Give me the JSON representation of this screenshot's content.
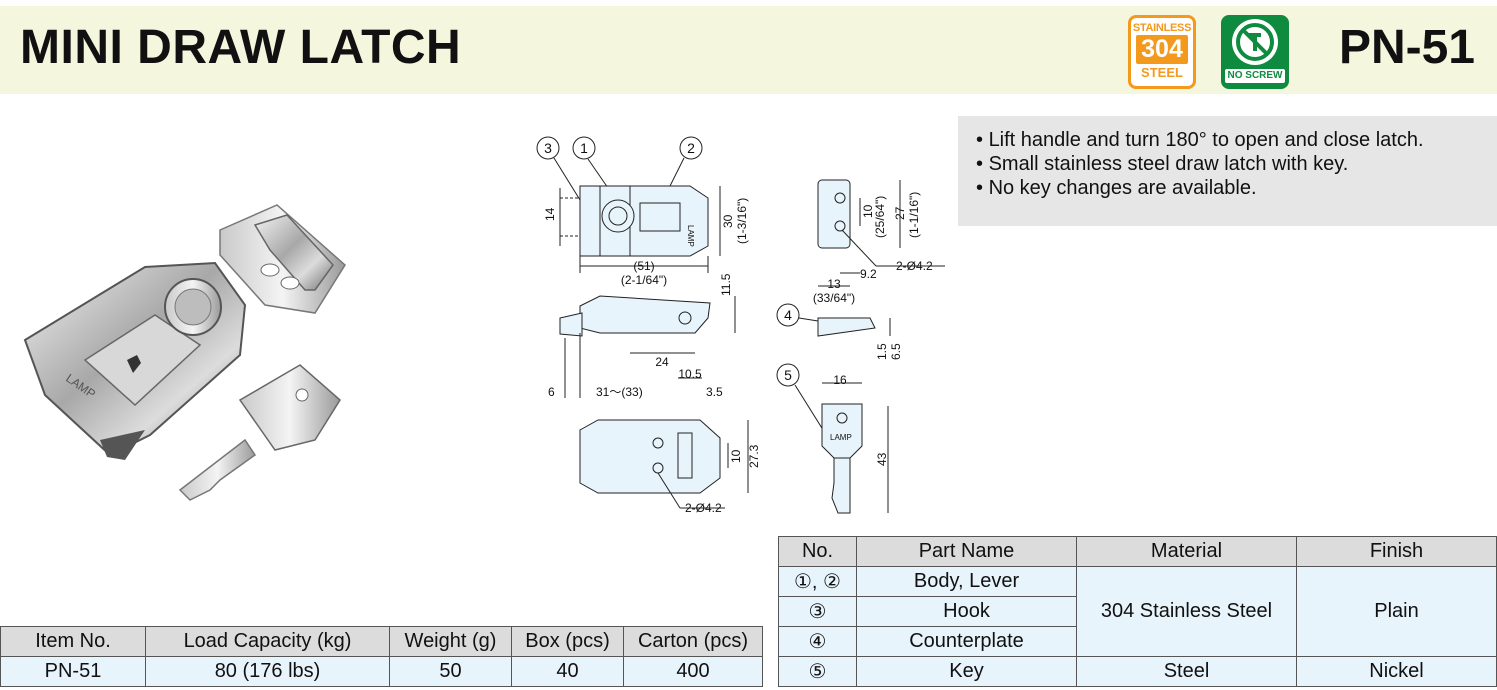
{
  "header": {
    "title": "MINI DRAW LATCH",
    "model": "PN-51",
    "badge_steel": {
      "line1": "STAINLESS",
      "line2": "304",
      "line3": "STEEL"
    },
    "badge_noscrew": {
      "label": "NO SCREW"
    },
    "colors": {
      "banner": "#f4f7dd",
      "steel_badge": "#f39a1e",
      "noscrew_badge": "#0e8b3e"
    }
  },
  "features": [
    "Lift handle and turn 180° to open and close latch.",
    "Small stainless steel draw latch with key.",
    "No key changes are available."
  ],
  "drawing": {
    "callouts": [
      "3",
      "1",
      "2",
      "4",
      "5"
    ],
    "dims": {
      "d14": "14",
      "d30": "30",
      "d30_in": "(1-3/16\")",
      "d51": "(51)",
      "d51_in": "(2-1/64\")",
      "d11_5": "11.5",
      "d24": "24",
      "d6": "6",
      "d31": "31～(33)",
      "d10_5": "10.5",
      "d3_5": "3.5",
      "d10": "10",
      "d27_3": "27.3",
      "hole_bottom": "2-Ø4.2",
      "cp_10": "10",
      "cp_10_in": "(25/64\")",
      "cp_27": "27",
      "cp_27_in": "(1-1/16\")",
      "cp_hole": "2-Ø4.2",
      "cp_9_2": "9.2",
      "cp_13": "13",
      "cp_13_in": "(33/64\")",
      "cp_1_5": "1.5",
      "cp_6_5": "6.5",
      "key_16": "16",
      "key_43": "43",
      "key_brand": "LAMP",
      "body_brand": "LAMP"
    }
  },
  "spec_table": {
    "headers": [
      "Item No.",
      "Load Capacity (kg)",
      "Weight (g)",
      "Box (pcs)",
      "Carton (pcs)"
    ],
    "row": [
      "PN-51",
      "80 (176 lbs)",
      "50",
      "40",
      "400"
    ]
  },
  "parts_table": {
    "headers": [
      "No.",
      "Part Name",
      "Material",
      "Finish"
    ],
    "rows": [
      {
        "no": "①, ②",
        "name": "Body, Lever"
      },
      {
        "no": "③",
        "name": "Hook"
      },
      {
        "no": "④",
        "name": "Counterplate"
      },
      {
        "no": "⑤",
        "name": "Key",
        "material": "Steel",
        "finish": "Nickel"
      }
    ],
    "merged_material": "304 Stainless Steel",
    "merged_finish": "Plain"
  }
}
